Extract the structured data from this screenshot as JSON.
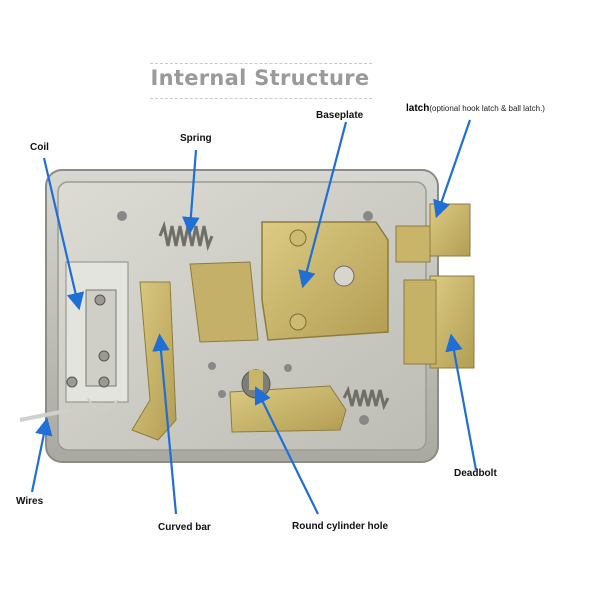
{
  "title": "Internal Structure",
  "labels": {
    "coil": "Coil",
    "spring": "Spring",
    "baseplate": "Baseplate",
    "latch": "latch",
    "latch_note": "(optional hook latch & ball latch.)",
    "deadbolt": "Deadbolt",
    "wires": "Wires",
    "curved_bar": "Curved bar",
    "cylinder_hole": "Round cylinder hole"
  },
  "colors": {
    "arrow": "#1f6fd6",
    "title": "#9a9a9a",
    "case": "#b9b9b3",
    "brass": "#c9b56a",
    "steel": "#cfcfc8"
  }
}
